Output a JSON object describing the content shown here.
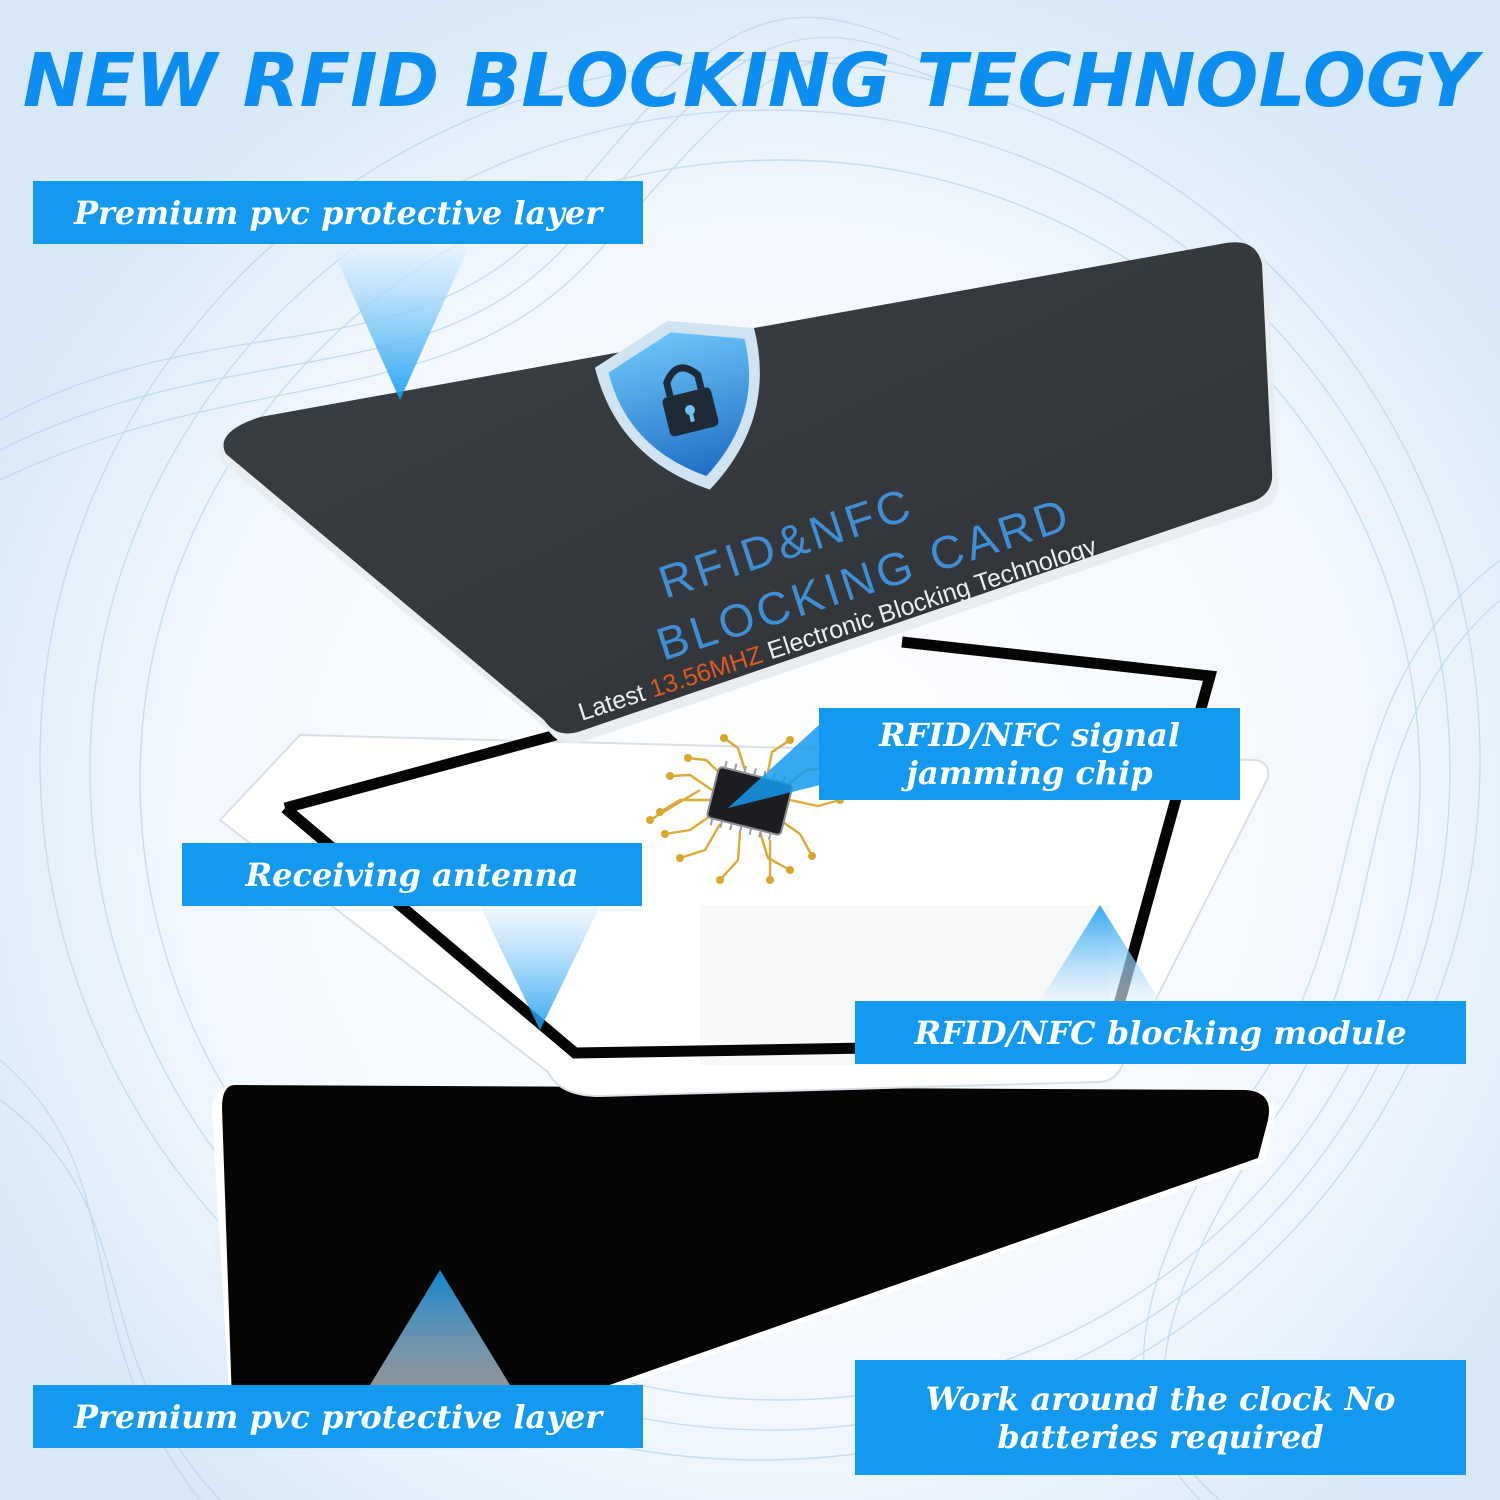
{
  "headline": "NEW RFID BLOCKING TECHNOLOGY",
  "labels": {
    "top_layer": "Premium pvc protective layer",
    "chip": "RFID/NFC signal jamming chip",
    "antenna": "Receiving antenna",
    "module": "RFID/NFC blocking module",
    "bottom_layer": "Premium pvc protective layer",
    "battery": "Work around the clock No batteries required"
  },
  "card": {
    "line1": "RFID&NFC",
    "line2": "BLOCKING CARD",
    "tagline_prefix": "Latest",
    "tagline_freq": "13.56MHZ",
    "tagline_suffix": "Electronic Blocking Technology"
  },
  "icons": {
    "shield": "shield-lock-icon",
    "chip": "microchip-icon"
  },
  "colors": {
    "accent": "#139af0",
    "headline": "#0b8ef0",
    "card": "#3a3f44",
    "card_text": "#3f8fd6",
    "freq": "#e05a1e",
    "black_layer": "#050505"
  }
}
